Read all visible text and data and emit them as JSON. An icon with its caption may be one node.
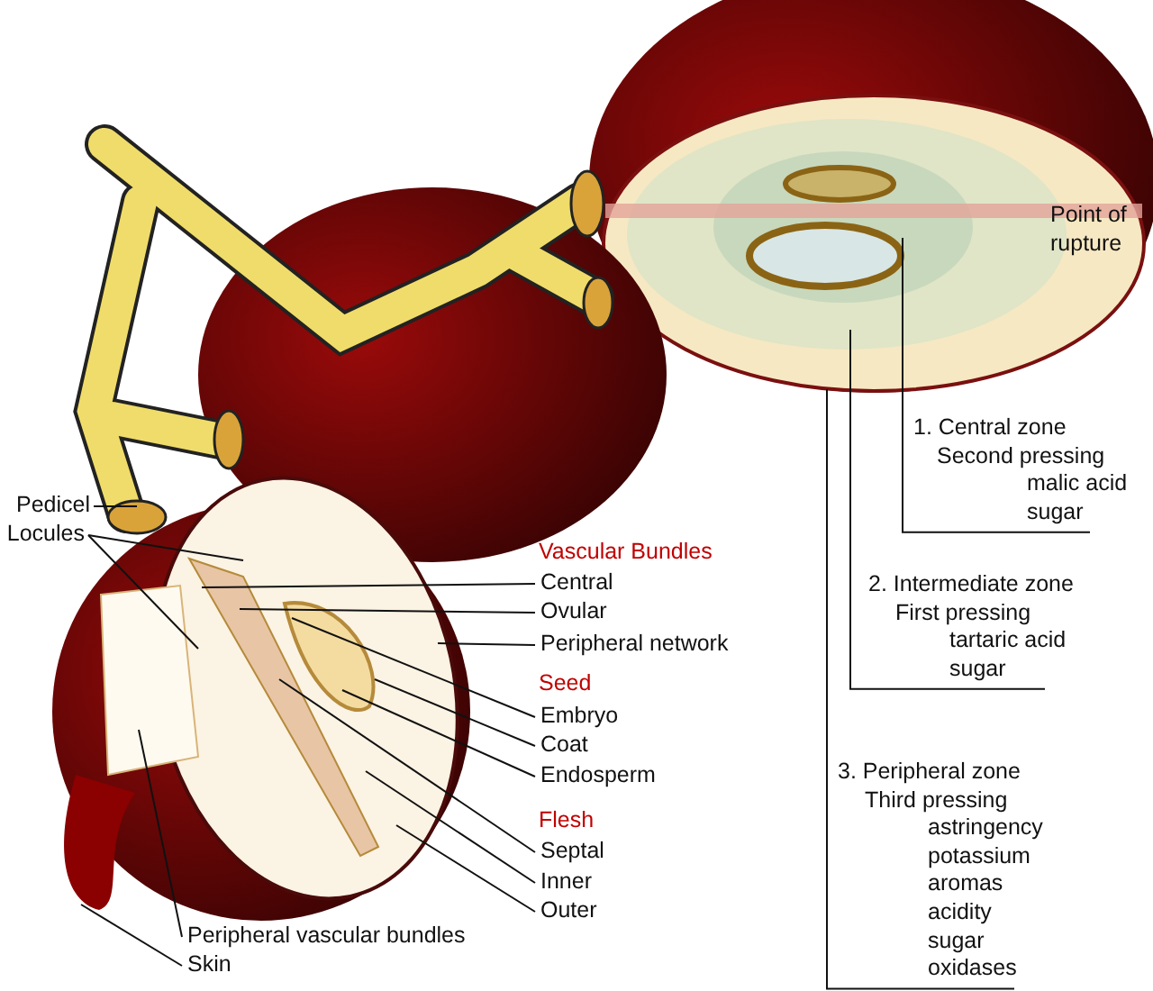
{
  "diagram": {
    "nodes": [
      {
        "text": [
          "Pedicel"
        ]
      },
      {
        "text": [
          "Locules"
        ]
      },
      {
        "text": [
          "Central"
        ]
      },
      {
        "text": [
          "Ovular"
        ]
      },
      {
        "text": [
          "Peripheral network"
        ]
      },
      {
        "text": [
          "Embryo"
        ]
      },
      {
        "text": [
          "Coat"
        ]
      },
      {
        "text": [
          "Endosperm"
        ]
      },
      {
        "text": [
          "Septal"
        ]
      },
      {
        "text": [
          "Inner"
        ]
      },
      {
        "text": [
          "Outer"
        ]
      },
      {
        "text": [
          "Peripheral vascular bundles"
        ]
      },
      {
        "text": [
          "Skin"
        ]
      },
      {
        "text": [
          "1. Central zone",
          "Second pressing",
          "malic acid",
          "sugar"
        ]
      },
      {
        "text": [
          "2. Intermediate zone",
          "First pressing",
          "tartaric acid",
          "sugar"
        ]
      },
      {
        "text": [
          "3. Peripheral zone",
          "Third pressing",
          "astringency",
          "potassium",
          "aromas",
          "acidity",
          "sugar",
          "oxidases"
        ]
      }
    ],
    "edges": [
      {
        "from": 0,
        "to": null,
        "arrow": "none"
      },
      {
        "from": 1,
        "to": null,
        "arrow": "none"
      },
      {
        "from": 1,
        "to": null,
        "arrow": "none"
      },
      {
        "from": 2,
        "to": null,
        "arrow": "none"
      },
      {
        "from": 3,
        "to": null,
        "arrow": "none"
      },
      {
        "from": 4,
        "to": null,
        "arrow": "none"
      },
      {
        "from": 5,
        "to": null,
        "arrow": "none"
      },
      {
        "from": 6,
        "to": null,
        "arrow": "none"
      },
      {
        "from": 7,
        "to": null,
        "arrow": "none"
      },
      {
        "from": 8,
        "to": null,
        "arrow": "none"
      },
      {
        "from": 9,
        "to": null,
        "arrow": "none"
      },
      {
        "from": 10,
        "to": null,
        "arrow": "none"
      },
      {
        "from": 11,
        "to": null,
        "arrow": "none"
      },
      {
        "from": 12,
        "to": null,
        "arrow": "none"
      },
      {
        "from": 13,
        "to": null,
        "arrow": "none"
      },
      {
        "from": 14,
        "to": null,
        "arrow": "none"
      },
      {
        "from": 15,
        "to": null,
        "arrow": "none"
      }
    ],
    "labels": [
      "Point of rupture",
      "Vascular Bundles",
      "Seed",
      "Flesh"
    ]
  }
}
